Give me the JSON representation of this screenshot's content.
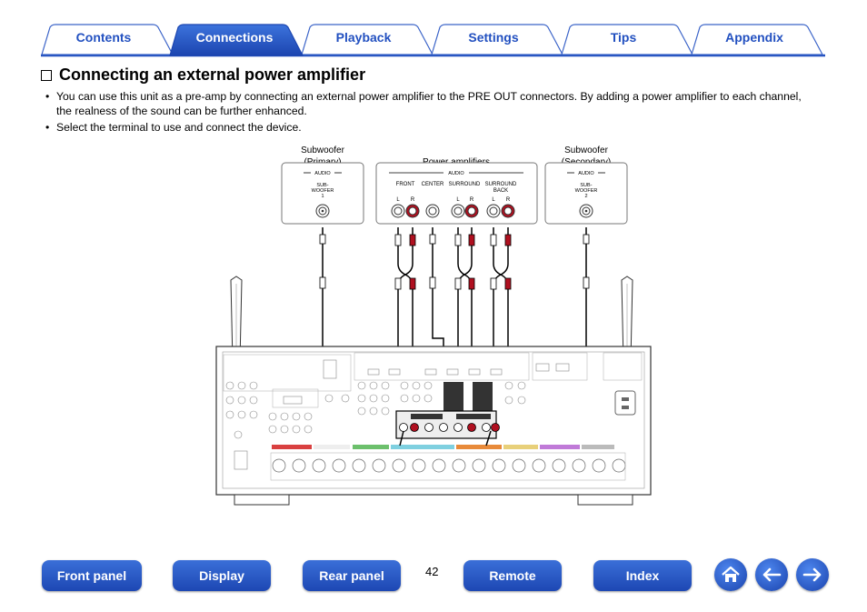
{
  "tabs": [
    {
      "label": "Contents",
      "active": false
    },
    {
      "label": "Connections",
      "active": true
    },
    {
      "label": "Playback",
      "active": false
    },
    {
      "label": "Settings",
      "active": false
    },
    {
      "label": "Tips",
      "active": false
    },
    {
      "label": "Appendix",
      "active": false
    }
  ],
  "colors": {
    "accent": "#2250c0",
    "tab_border": "#3a63c8",
    "tab_bg": "#ffffff",
    "text": "#000000"
  },
  "section_title": "Connecting an external power amplifier",
  "bullets": [
    "You can use this unit as a pre-amp by connecting an external power amplifier to the PRE OUT connectors. By adding a power amplifier to each channel, the realness of the sound can be further enhanced.",
    "Select the terminal to use and connect the device."
  ],
  "diagram": {
    "sub_primary": {
      "label_line1": "Subwoofer",
      "label_line2": "(Primary)",
      "audio": "AUDIO",
      "port1": "SUB-",
      "port2": "WOOFER",
      "port3": "1"
    },
    "power_amps": {
      "label": "Power amplifiers",
      "audio": "AUDIO",
      "channels": [
        "FRONT",
        "CENTER",
        "SURROUND",
        "SURROUND"
      ],
      "back": "BACK",
      "l": "L",
      "r": "R"
    },
    "sub_secondary": {
      "label_line1": "Subwoofer",
      "label_line2": "(Secondary)",
      "audio": "AUDIO",
      "port1": "SUB-",
      "port2": "WOOFER",
      "port3": "2"
    }
  },
  "footer": {
    "buttons": [
      "Front panel",
      "Display",
      "Rear panel",
      "Remote",
      "Index"
    ],
    "page_number": "42",
    "icons": [
      "home-icon",
      "back-arrow-icon",
      "forward-arrow-icon"
    ]
  }
}
